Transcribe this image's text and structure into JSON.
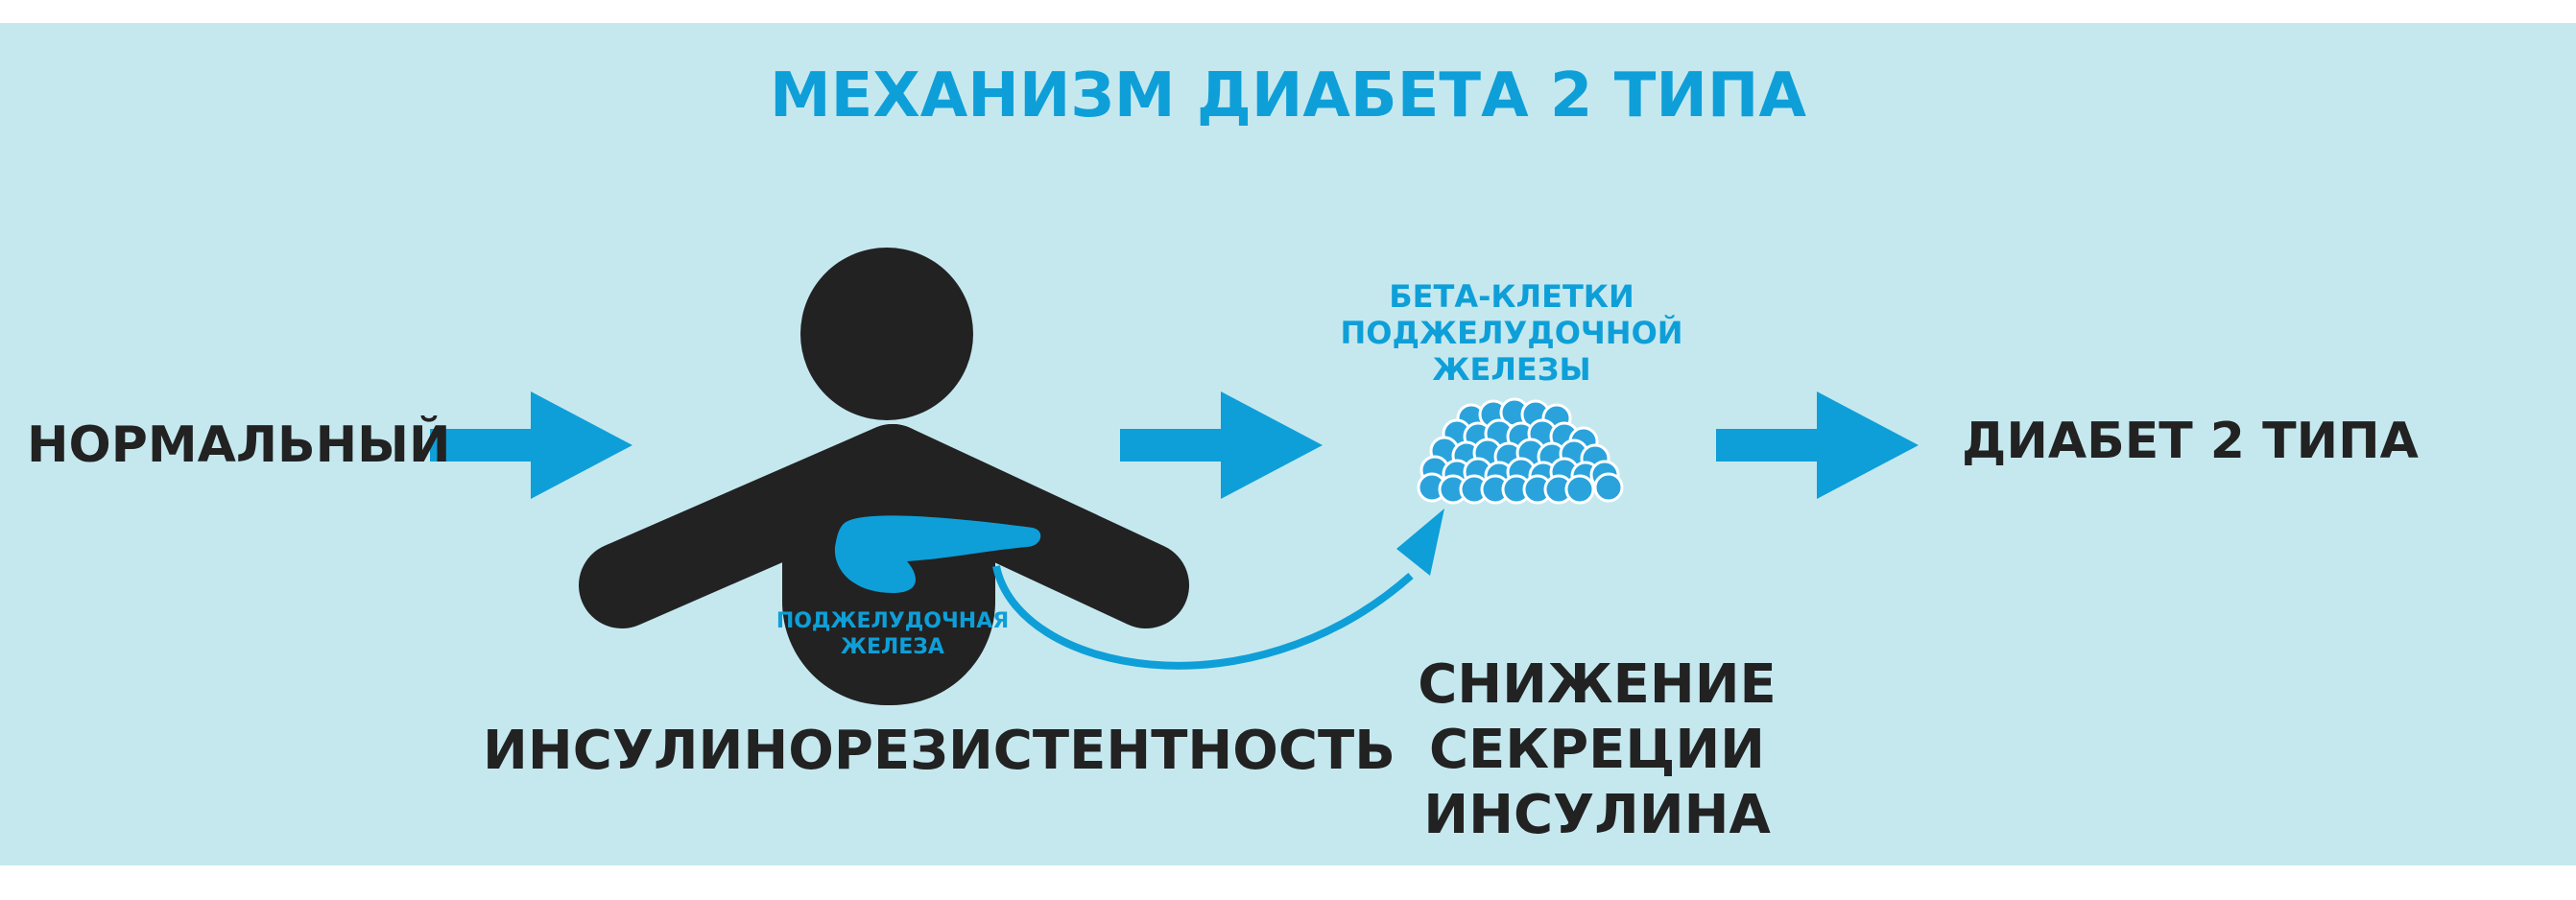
{
  "title": "МЕХАНИЗМ ДИАБЕТА 2 ТИПА",
  "labels": {
    "normal": "НОРМАЛЬНЫЙ",
    "insulin_resistance": "ИНСУЛИНОРЕЗИСТЕНТНОСТЬ",
    "pancreas": "ПОДЖЕЛУДОЧНАЯ ЖЕЛЕЗА",
    "beta_cells": "БЕТА-КЛЕТКИ ПОДЖЕЛУДОЧНОЙ ЖЕЛЕЗЫ",
    "secretion_decrease": "СНИЖЕНИЕ СЕКРЕЦИИ ИНСУЛИНА",
    "diabetes": "ДИАБЕТ 2 ТИПА"
  },
  "colors": {
    "background": "#c5e8ef",
    "accent": "#0e9fd8",
    "figure": "#222222",
    "cell": "#2aa3dc"
  },
  "icons": [
    "person-icon",
    "pancreas-icon",
    "beta-cells-icon",
    "arrow-right-icon",
    "curved-arrow-icon"
  ]
}
